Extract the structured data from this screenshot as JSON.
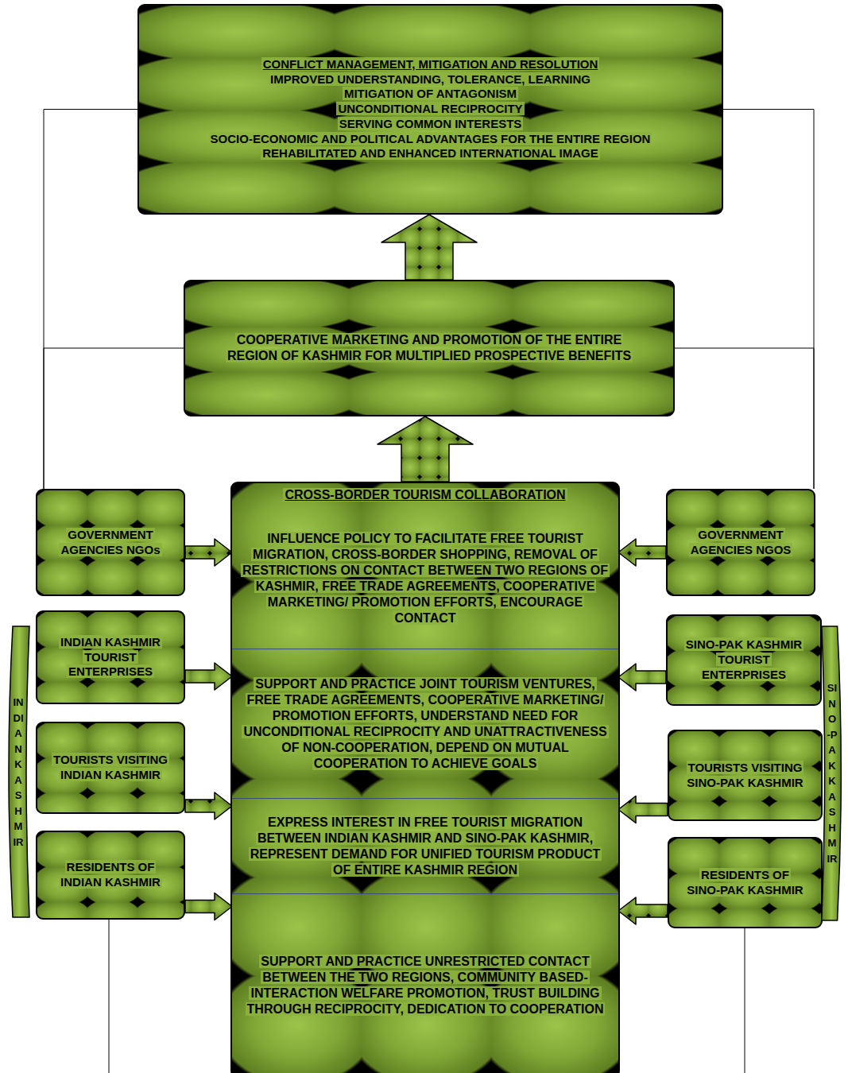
{
  "diagram": {
    "nodes": [
      {
        "text": [
          "CONFLICT MANAGEMENT, MITIGATION AND RESOLUTION",
          "IMPROVED UNDERSTANDING, TOLERANCE, LEARNING",
          "MITIGATION OF ANTAGONISM",
          "UNCONDITIONAL RECIPROCITY",
          "SERVING COMMON INTERESTS",
          "SOCIO-ECONOMIC AND POLITICAL ADVANTAGES FOR THE ENTIRE REGION",
          "REHABILITATED AND ENHANCED INTERNATIONAL IMAGE"
        ]
      },
      {
        "text": [
          "COOPERATIVE MARKETING AND PROMOTION OF THE ENTIRE REGION OF KASHMIR FOR MULTIPLIED PROSPECTIVE BENEFITS"
        ]
      },
      {
        "text": [
          "INDIAN KASHMIR"
        ]
      },
      {
        "text": [
          "GOVERNMENT AGENCIES NGOs"
        ]
      },
      {
        "text": [
          "INDIAN KASHMIR TOURIST ENTERPRISES"
        ]
      },
      {
        "text": [
          "TOURISTS VISITING INDIAN KASHMIR"
        ]
      },
      {
        "text": [
          "RESIDENTS OF INDIAN KASHMIR"
        ]
      },
      {
        "text": [
          "CROSS-BORDER TOURISM COLLABORATION"
        ]
      },
      {
        "text": [
          "INFLUENCE POLICY TO FACILITATE FREE TOURIST MIGRATION, CROSS-BORDER SHOPPING, REMOVAL OF RESTRICTIONS ON CONTACT BETWEEN TWO REGIONS OF KASHMIR, FREE TRADE AGREEMENTS, COOPERATIVE MARKETING/ PROMOTION EFFORTS, ENCOURAGE CONTACT"
        ],
        "in": 7
      },
      {
        "text": [
          "SUPPORT AND PRACTICE JOINT TOURISM VENTURES, FREE TRADE AGREEMENTS, COOPERATIVE MARKETING/ PROMOTION EFFORTS, UNDERSTAND NEED FOR UNCONDITIONAL RECIPROCITY AND UNATTRACTIVENESS OF NON-COOPERATION, DEPEND ON MUTUAL COOPERATION TO ACHIEVE GOALS"
        ],
        "in": 7
      },
      {
        "text": [
          "EXPRESS INTEREST IN FREE TOURIST MIGRATION BETWEEN INDIAN KASHMIR AND SINO-PAK KASHMIR, REPRESENT DEMAND FOR UNIFIED TOURISM PRODUCT OF ENTIRE KASHMIR REGION"
        ],
        "in": 7
      },
      {
        "text": [
          "SUPPORT AND PRACTICE UNRESTRICTED CONTACT BETWEEN THE TWO REGIONS, COMMUNITY BASED-INTERACTION WELFARE PROMOTION, TRUST BUILDING THROUGH RECIPROCITY, DEDICATION TO COOPERATION"
        ],
        "in": 7
      },
      {
        "text": [
          "GOVERNMENT AGENCIES NGOS"
        ]
      },
      {
        "text": [
          "SINO-PAK KASHMIR TOURIST ENTERPRISES"
        ]
      },
      {
        "text": [
          "TOURISTS VISITING SINO-PAK KASHMIR"
        ]
      },
      {
        "text": [
          "RESIDENTS OF SINO-PAK KASHMIR"
        ]
      },
      {
        "text": [
          "SINO-PAK KASHMIR"
        ]
      }
    ],
    "edges": [
      {
        "from": 3,
        "to": 8,
        "arrow": "to"
      },
      {
        "from": 4,
        "to": 9,
        "arrow": "to"
      },
      {
        "from": 5,
        "to": 10,
        "arrow": "to"
      },
      {
        "from": 6,
        "to": 11,
        "arrow": "to"
      },
      {
        "from": 12,
        "to": 8,
        "arrow": "to"
      },
      {
        "from": 13,
        "to": 9,
        "arrow": "to"
      },
      {
        "from": 14,
        "to": 10,
        "arrow": "to"
      },
      {
        "from": 15,
        "to": 11,
        "arrow": "to"
      },
      {
        "from": 7,
        "to": 1,
        "arrow": "to"
      },
      {
        "from": 1,
        "to": 0,
        "arrow": "to"
      },
      {
        "from": 3,
        "to": 1,
        "arrow": "none"
      },
      {
        "from": 3,
        "to": 0,
        "arrow": "none"
      },
      {
        "from": 12,
        "to": 1,
        "arrow": "none"
      },
      {
        "from": 12,
        "to": 0,
        "arrow": "none"
      }
    ]
  }
}
